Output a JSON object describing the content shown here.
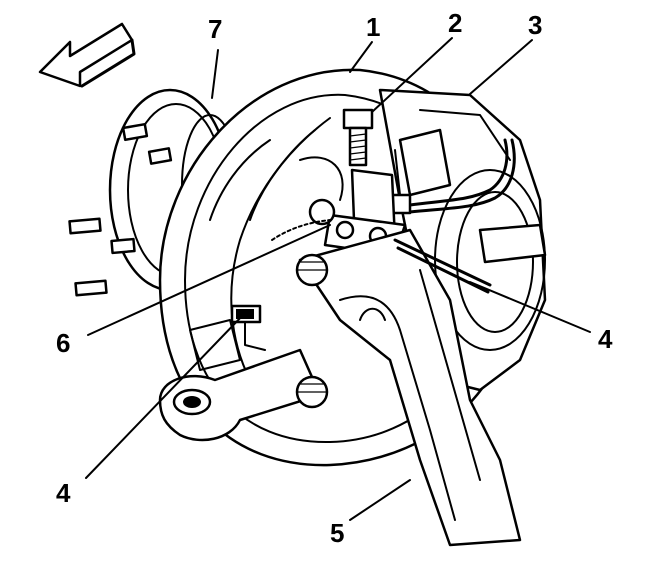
{
  "callouts": [
    {
      "id": "callout-1",
      "text": "1"
    },
    {
      "id": "callout-2",
      "text": "2"
    },
    {
      "id": "callout-3",
      "text": "3"
    },
    {
      "id": "callout-4-right",
      "text": "4"
    },
    {
      "id": "callout-4-left",
      "text": "4"
    },
    {
      "id": "callout-5",
      "text": "5"
    },
    {
      "id": "callout-6",
      "text": "6"
    },
    {
      "id": "callout-7",
      "text": "7"
    }
  ]
}
